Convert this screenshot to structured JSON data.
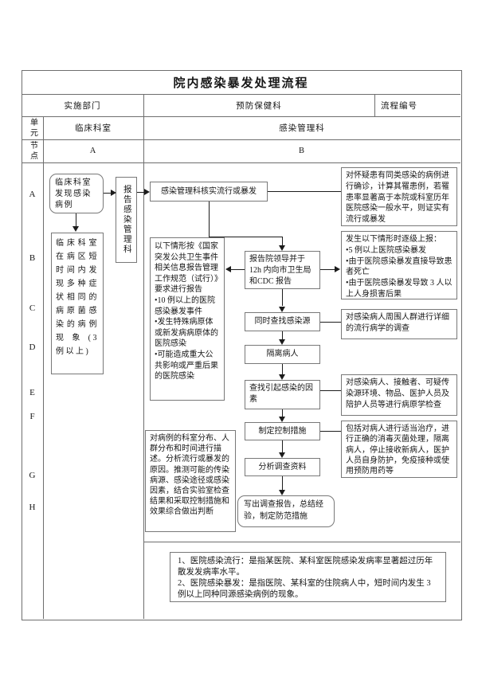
{
  "title": "院内感染暴发处理流程",
  "header": {
    "dept_label": "实施部门",
    "dept_value": "预防保健科",
    "code_label": "流程编号",
    "unit_label": "单元",
    "unit_col_a": "临床科室",
    "unit_col_b": "感染管理科",
    "node_label": "节点",
    "node_col_a": "A",
    "node_col_b": "B"
  },
  "node_rows": [
    "A",
    "B",
    "C",
    "D",
    "E",
    "F",
    "G",
    "H"
  ],
  "boxes": {
    "start": "临床科室发现感染病例",
    "report_vertical": "报告感染管理科",
    "discover": "临床科室在病区短时间内发现多种症状相同的病原菌感染的病例现象(3 例以上)",
    "verify": "感染管理科核实流行或暴发",
    "confirm_note": "对怀疑患有同类感染的病例进行确诊，计算其罹患例，若罹患率显著高于本院或科室历年医院感染一般水平，则证实有流行或暴发",
    "report_rule": "以下情形按《国家突发公共卫生事件相关信息报告管理工作规范（试行）》要求进行报告\n•10 例以上的医院感染暴发事件\n•发生特殊病原体或新发病病原体的医院感染\n•可能造成重大公共影响或严重后果的医院感染",
    "report_leaders": "报告院领导并于12h 内向市卫生局和CDC 报告",
    "escalate": "发生以下情形时逐级上报：\n•5 例以上医院感染暴发\n•由于医院感染暴发直接导致患者死亡\n•由于医院感染暴发导致 3 人以上人身损害后果",
    "find_source": "同时查找感染源",
    "epi_survey": "对感染病人周围人群进行详细的流行病学的调查",
    "isolate": "隔离病人",
    "find_factors": "查找引起感染的因素",
    "pathogen_check": "对感染病人、接触者、可疑传染源环境、物品、医护人员及陪护人员等进行病原学检查",
    "control": "制定控制措施",
    "control_note": "包括对病人进行适当治疗，进行正确的消毒灭菌处理，隔离病人，停止接收新病人，医护人员自身防护，免疫接种或使用预防用药等",
    "analyze": "分析调查资料",
    "analyze_note": "对病例的科室分布、人群分布和时间进行描述。分析流行或暴发的原因。推测可能的传染病源、感染途径或感染因素，结合实验室检查结果和采取控制措施和效果综合做出判断",
    "end": "写出调查报告，总结经验，制定防范措施"
  },
  "notes": "1、医院感染流行：是指某医院、某科室医院感染发病率显著超过历年散发发病率水平。\n2、医院感染暴发：是指医院、某科室的住院病人中，短时间内发生 3 例以上同种同源感染病例的现象。",
  "colors": {
    "grid": "#6e6e6e",
    "line": "#1c1c1c",
    "text": "#161616",
    "bg": "#ffffff"
  }
}
